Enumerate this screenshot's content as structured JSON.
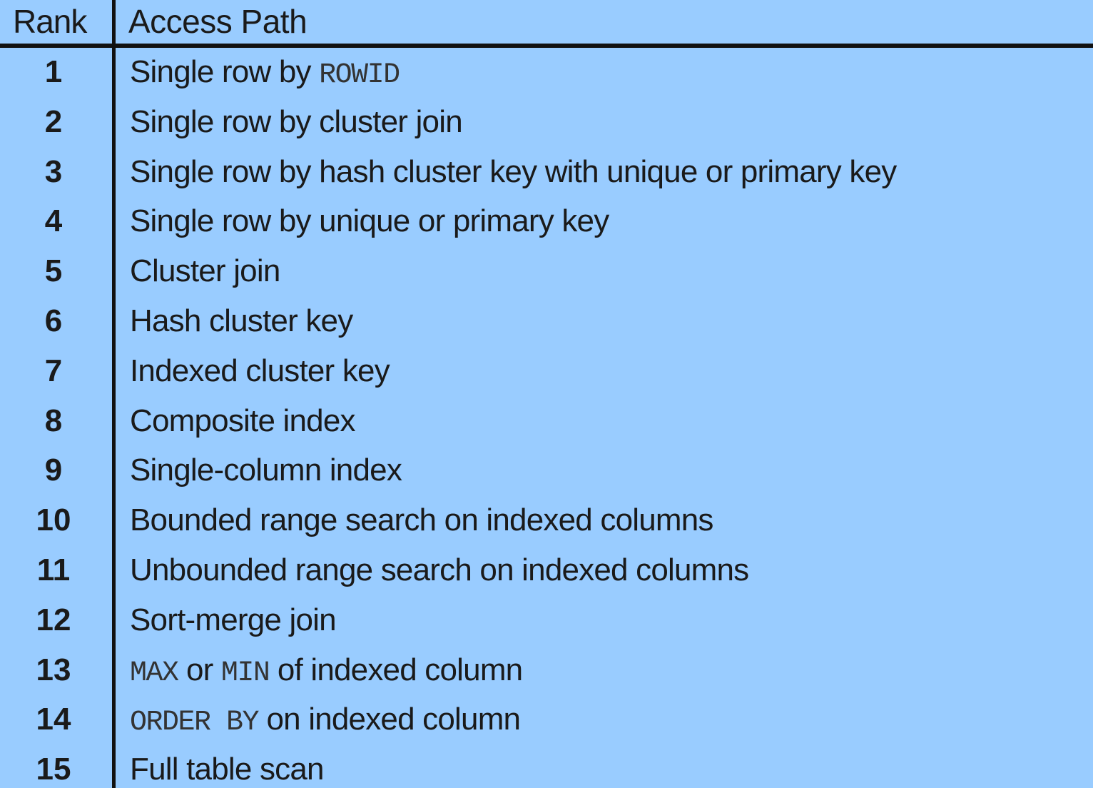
{
  "table": {
    "headers": {
      "rank": "Rank",
      "access_path": "Access Path"
    },
    "rows": [
      {
        "rank": "1",
        "pre": "Single row by ",
        "code": "ROWID",
        "post": ""
      },
      {
        "rank": "2",
        "pre": "Single row by cluster join",
        "code": "",
        "post": ""
      },
      {
        "rank": "3",
        "pre": "Single row by hash cluster key with unique or primary key",
        "code": "",
        "post": ""
      },
      {
        "rank": "4",
        "pre": "Single row by unique or primary key",
        "code": "",
        "post": ""
      },
      {
        "rank": "5",
        "pre": "Cluster join",
        "code": "",
        "post": ""
      },
      {
        "rank": "6",
        "pre": "Hash cluster key",
        "code": "",
        "post": ""
      },
      {
        "rank": "7",
        "pre": "Indexed cluster key",
        "code": "",
        "post": ""
      },
      {
        "rank": "8",
        "pre": "Composite index",
        "code": "",
        "post": ""
      },
      {
        "rank": "9",
        "pre": "Single-column index",
        "code": "",
        "post": ""
      },
      {
        "rank": "10",
        "pre": "Bounded range search on indexed columns",
        "code": "",
        "post": ""
      },
      {
        "rank": "11",
        "pre": "Unbounded range search on indexed columns",
        "code": "",
        "post": ""
      },
      {
        "rank": "12",
        "pre": "Sort-merge join",
        "code": "",
        "post": ""
      },
      {
        "rank": "13",
        "pre": "",
        "code": "MAX",
        "post": " or ",
        "code2": "MIN",
        "post2": " of indexed column"
      },
      {
        "rank": "14",
        "pre": "",
        "code": "ORDER BY",
        "post": " on indexed column"
      },
      {
        "rank": "15",
        "pre": "Full table scan",
        "code": "",
        "post": ""
      }
    ]
  },
  "colors": {
    "background": "#99CCFF",
    "rule": "#111111",
    "text": "#1a1a1a"
  }
}
